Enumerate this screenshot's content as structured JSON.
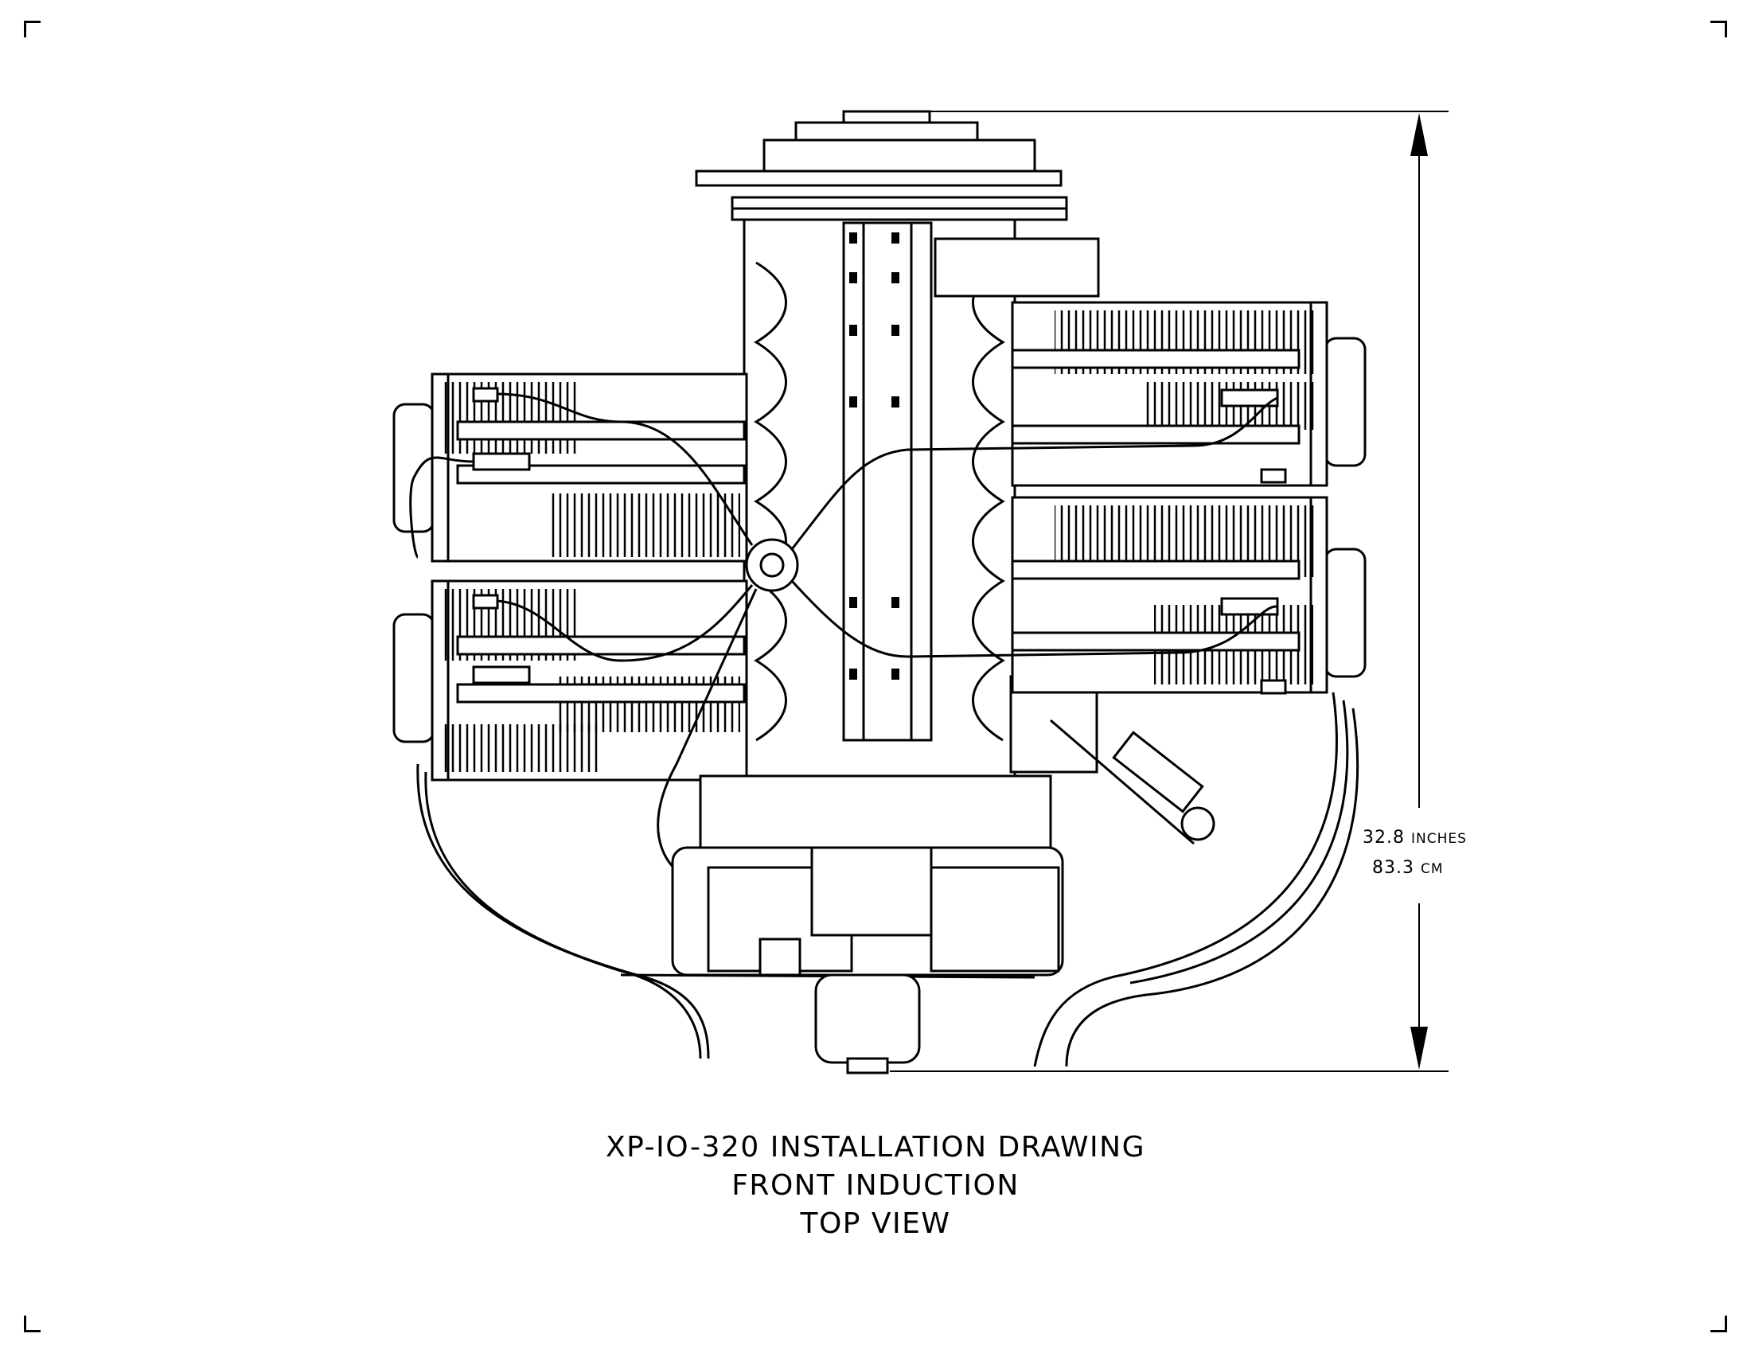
{
  "drawing": {
    "title_lines": [
      "XP-IO-320 INSTALLATION DRAWING",
      "FRONT INDUCTION",
      "TOP VIEW"
    ],
    "dimension": {
      "inches_value": "32.8",
      "inches_unit": "INCHES",
      "cm_value": "83.3",
      "cm_unit": "CM"
    }
  }
}
